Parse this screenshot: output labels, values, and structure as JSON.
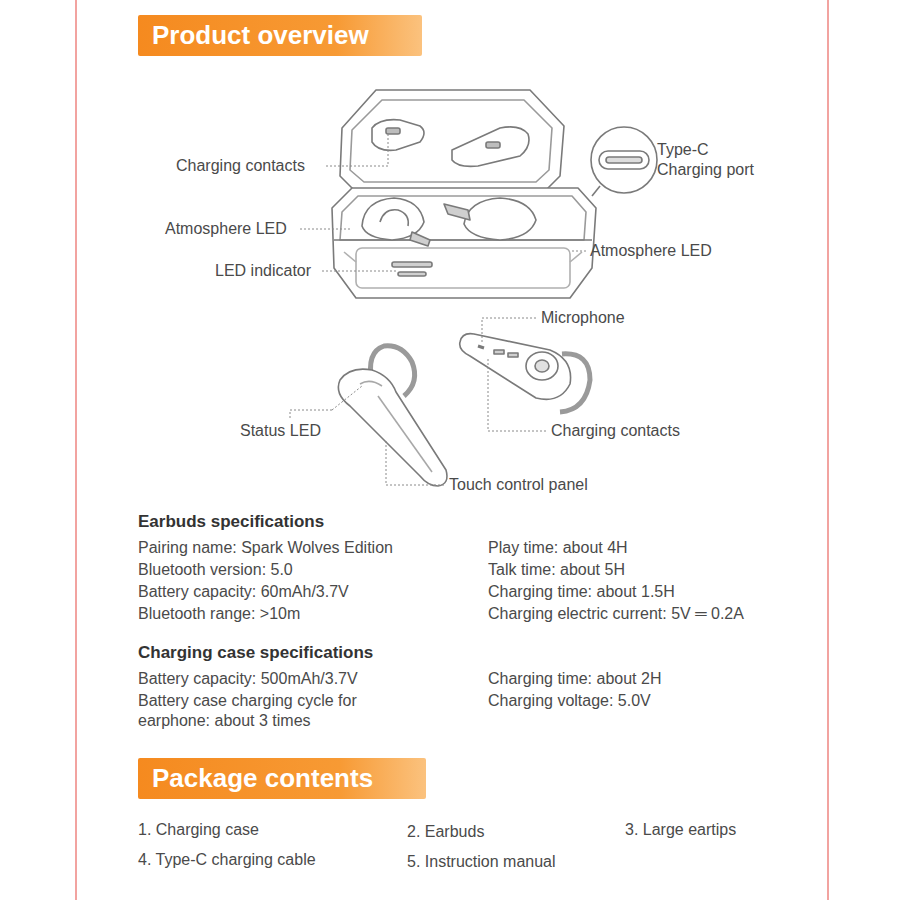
{
  "diagram": {
    "nodes": [
      {
        "text": [
          "Product overview"
        ]
      },
      {
        "text": [
          "Package contents"
        ]
      }
    ],
    "edges": [],
    "labels": [
      "Charging contacts",
      "Type-C Charging port",
      "Atmosphere LED",
      "LED indicator",
      "Atmosphere LED",
      "Microphone",
      "Status LED",
      "Charging contacts",
      "Touch control panel",
      "Earbuds specifications",
      "Pairing name: Spark Wolves Edition",
      "Play time: about 4H",
      "Bluetooth version: 5.0",
      "Talk time: about 5H",
      "Battery capacity: 60mAh/3.7V",
      "Charging time: about 1.5H",
      "Bluetooth range: >10m",
      "Charging electric current: 5V ═ 0.2A",
      "Charging case specifications",
      "Battery capacity: 500mAh/3.7V",
      "Charging time: about 2H",
      "Battery case charging cycle for earphone: about 3 times",
      "Charging voltage: 5.0V",
      "1. Charging case",
      "2. Earbuds",
      "3. Large eartips",
      "4. Type-C charging cable",
      "5. Instruction manual"
    ]
  }
}
